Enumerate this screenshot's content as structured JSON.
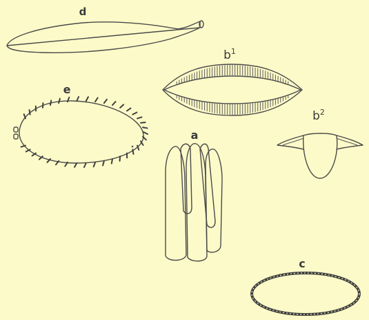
{
  "figure": {
    "background": "#fcfac8",
    "ink": "#4a4a4a",
    "labels": {
      "d": "d",
      "b1_base": "b",
      "b1_sup": "1",
      "e": "e",
      "b2_base": "b",
      "b2_sup": "2",
      "a": "a",
      "c": "c"
    }
  }
}
